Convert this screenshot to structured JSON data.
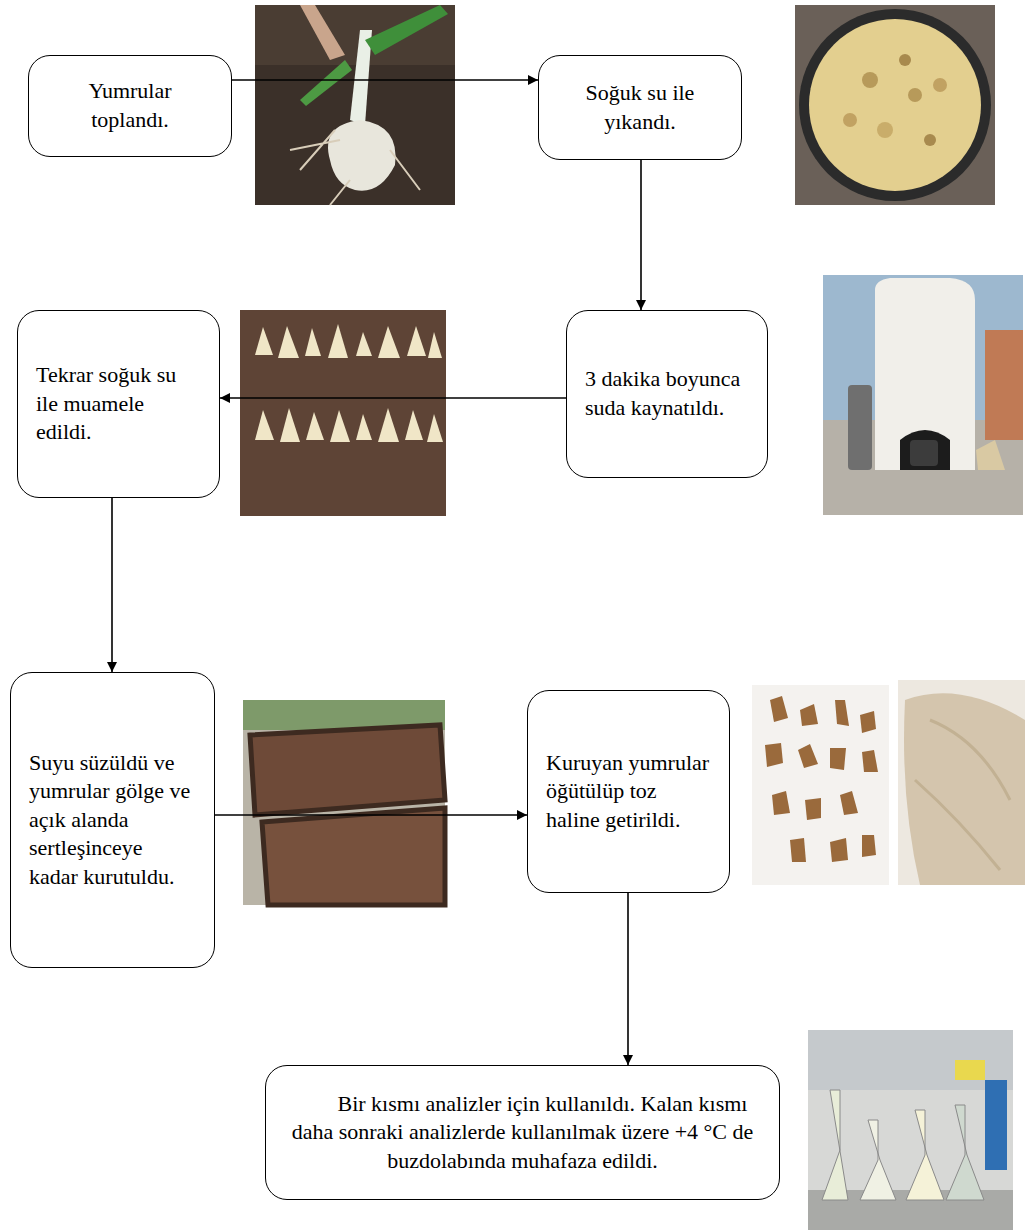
{
  "diagram": {
    "nodes": [
      {
        "text": [
          "Yumrular toplandı."
        ]
      },
      {
        "text": [
          "Soğuk su ile yıkandı."
        ]
      },
      {
        "text": [
          "3 dakika boyunca suda kaynatıldı."
        ]
      },
      {
        "text": [
          "Tekrar soğuk su ile muamele edildi."
        ]
      },
      {
        "text": [
          "Suyu süzüldü ve yumrular gölge ve açık alanda sertleşinceye kadar kurutuldu."
        ]
      },
      {
        "text": [
          "Kuruyan yumrular öğütülüp toz haline getirildi."
        ]
      },
      {
        "text": [
          "Bir kısmı analizler için kullanıldı. Kalan kısmı daha sonraki analizlerde kullanılmak üzere +4 °C de buzdolabında muhafaza edildi."
        ]
      }
    ],
    "edges": [
      {
        "from": 0,
        "to": 1,
        "arrow": "to"
      },
      {
        "from": 1,
        "to": 2,
        "arrow": "to"
      },
      {
        "from": 2,
        "to": 3,
        "arrow": "to"
      },
      {
        "from": 3,
        "to": 4,
        "arrow": "to"
      },
      {
        "from": 4,
        "to": 5,
        "arrow": "to"
      },
      {
        "from": 5,
        "to": 6,
        "arrow": "to"
      }
    ]
  }
}
